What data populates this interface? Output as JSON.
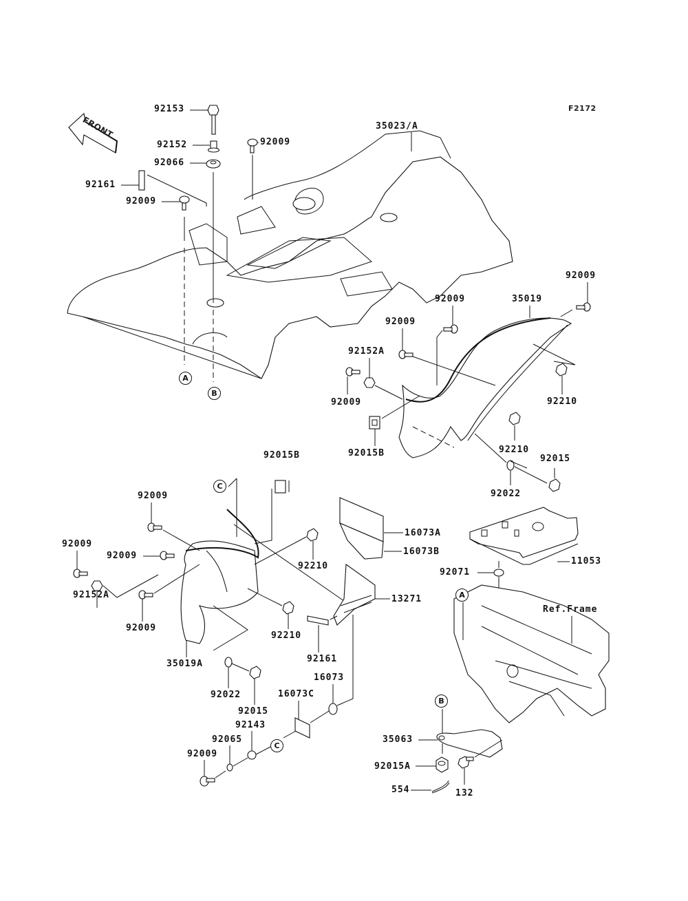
{
  "figure_code": "F2172",
  "front_arrow_label": "FRONT",
  "reference_markers": {
    "A": "A",
    "B": "B",
    "C": "C"
  },
  "ref_frame_label": "Ref.Frame",
  "part_labels": [
    {
      "id": "p1",
      "text": "92153"
    },
    {
      "id": "p2",
      "text": "92152"
    },
    {
      "id": "p3",
      "text": "92066"
    },
    {
      "id": "p4",
      "text": "92161"
    },
    {
      "id": "p5",
      "text": "92009"
    },
    {
      "id": "p6",
      "text": "92009"
    },
    {
      "id": "p7",
      "text": "35023/A"
    },
    {
      "id": "p8",
      "text": "92009"
    },
    {
      "id": "p9",
      "text": "35019"
    },
    {
      "id": "p10",
      "text": "92009"
    },
    {
      "id": "p11",
      "text": "92009"
    },
    {
      "id": "p12",
      "text": "92152A"
    },
    {
      "id": "p13",
      "text": "92009"
    },
    {
      "id": "p14",
      "text": "92210"
    },
    {
      "id": "p15",
      "text": "92015B"
    },
    {
      "id": "p16",
      "text": "92210"
    },
    {
      "id": "p17",
      "text": "92015"
    },
    {
      "id": "p18",
      "text": "92022"
    },
    {
      "id": "p19",
      "text": "92015B"
    },
    {
      "id": "p20",
      "text": "92009"
    },
    {
      "id": "p21",
      "text": "92009"
    },
    {
      "id": "p22",
      "text": "92009"
    },
    {
      "id": "p23",
      "text": "92152A"
    },
    {
      "id": "p24",
      "text": "92009"
    },
    {
      "id": "p25",
      "text": "92210"
    },
    {
      "id": "p26",
      "text": "92210"
    },
    {
      "id": "p27",
      "text": "35019A"
    },
    {
      "id": "p28",
      "text": "92022"
    },
    {
      "id": "p29",
      "text": "92015"
    },
    {
      "id": "p30",
      "text": "16073A"
    },
    {
      "id": "p31",
      "text": "16073B"
    },
    {
      "id": "p32",
      "text": "13271"
    },
    {
      "id": "p33",
      "text": "92161"
    },
    {
      "id": "p34",
      "text": "16073"
    },
    {
      "id": "p35",
      "text": "16073C"
    },
    {
      "id": "p36",
      "text": "92143"
    },
    {
      "id": "p37",
      "text": "92065"
    },
    {
      "id": "p38",
      "text": "92009"
    },
    {
      "id": "p39",
      "text": "11053"
    },
    {
      "id": "p40",
      "text": "92071"
    },
    {
      "id": "p41",
      "text": "35063"
    },
    {
      "id": "p42",
      "text": "92015A"
    },
    {
      "id": "p43",
      "text": "554"
    },
    {
      "id": "p44",
      "text": "132"
    }
  ]
}
